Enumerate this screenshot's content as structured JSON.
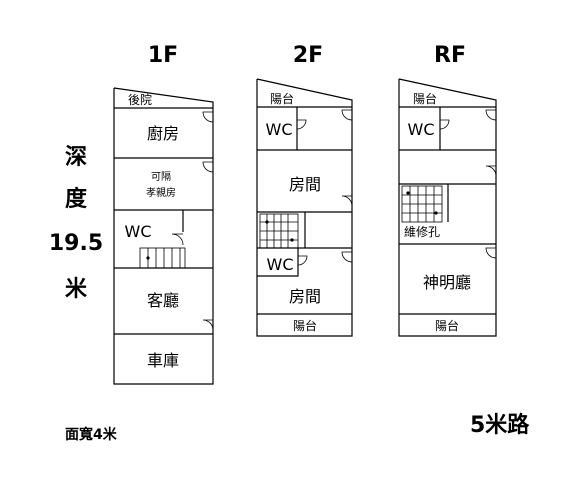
{
  "floors": {
    "f1": "1F",
    "f2": "2F",
    "rf": "RF"
  },
  "rooms_1f": {
    "backyard": "後院",
    "kitchen": "廚房",
    "partition": "可隔",
    "elder_room": "孝親房",
    "wc": "WC",
    "living": "客廳",
    "garage": "車庫"
  },
  "rooms_2f": {
    "balcony_top": "陽台",
    "wc_top": "WC",
    "room_top": "房間",
    "wc_bottom": "WC",
    "room_bottom": "房間",
    "balcony_bottom": "陽台"
  },
  "rooms_rf": {
    "balcony_top": "陽台",
    "wc": "WC",
    "maintenance_hole": "維修孔",
    "shrine_hall": "神明廳",
    "balcony_bottom": "陽台"
  },
  "dimensions": {
    "depth_chars": [
      "深",
      "度",
      "19.5",
      "米"
    ],
    "width": "面寬4米"
  },
  "road": "5米路"
}
